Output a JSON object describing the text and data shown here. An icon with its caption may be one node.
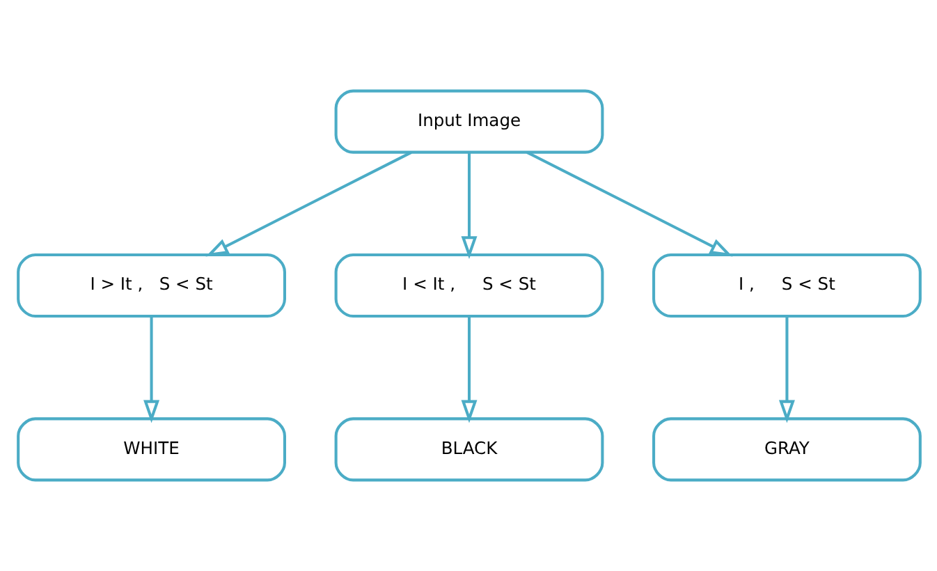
{
  "diagram": {
    "nodes": [
      {
        "text": [
          "Input Image"
        ]
      },
      {
        "text": [
          "I > It ,   S < St"
        ]
      },
      {
        "text": [
          "I < It ,     S < St"
        ]
      },
      {
        "text": [
          "I ,     S < St"
        ]
      },
      {
        "text": [
          "WHITE"
        ]
      },
      {
        "text": [
          "BLACK"
        ]
      },
      {
        "text": [
          "GRAY"
        ]
      }
    ],
    "edges": [
      {
        "from": 0,
        "to": 1,
        "arrow": "to"
      },
      {
        "from": 0,
        "to": 2,
        "arrow": "to"
      },
      {
        "from": 0,
        "to": 3,
        "arrow": "to"
      },
      {
        "from": 1,
        "to": 4,
        "arrow": "to"
      },
      {
        "from": 2,
        "to": 5,
        "arrow": "to"
      },
      {
        "from": 3,
        "to": 6,
        "arrow": "to"
      }
    ]
  }
}
